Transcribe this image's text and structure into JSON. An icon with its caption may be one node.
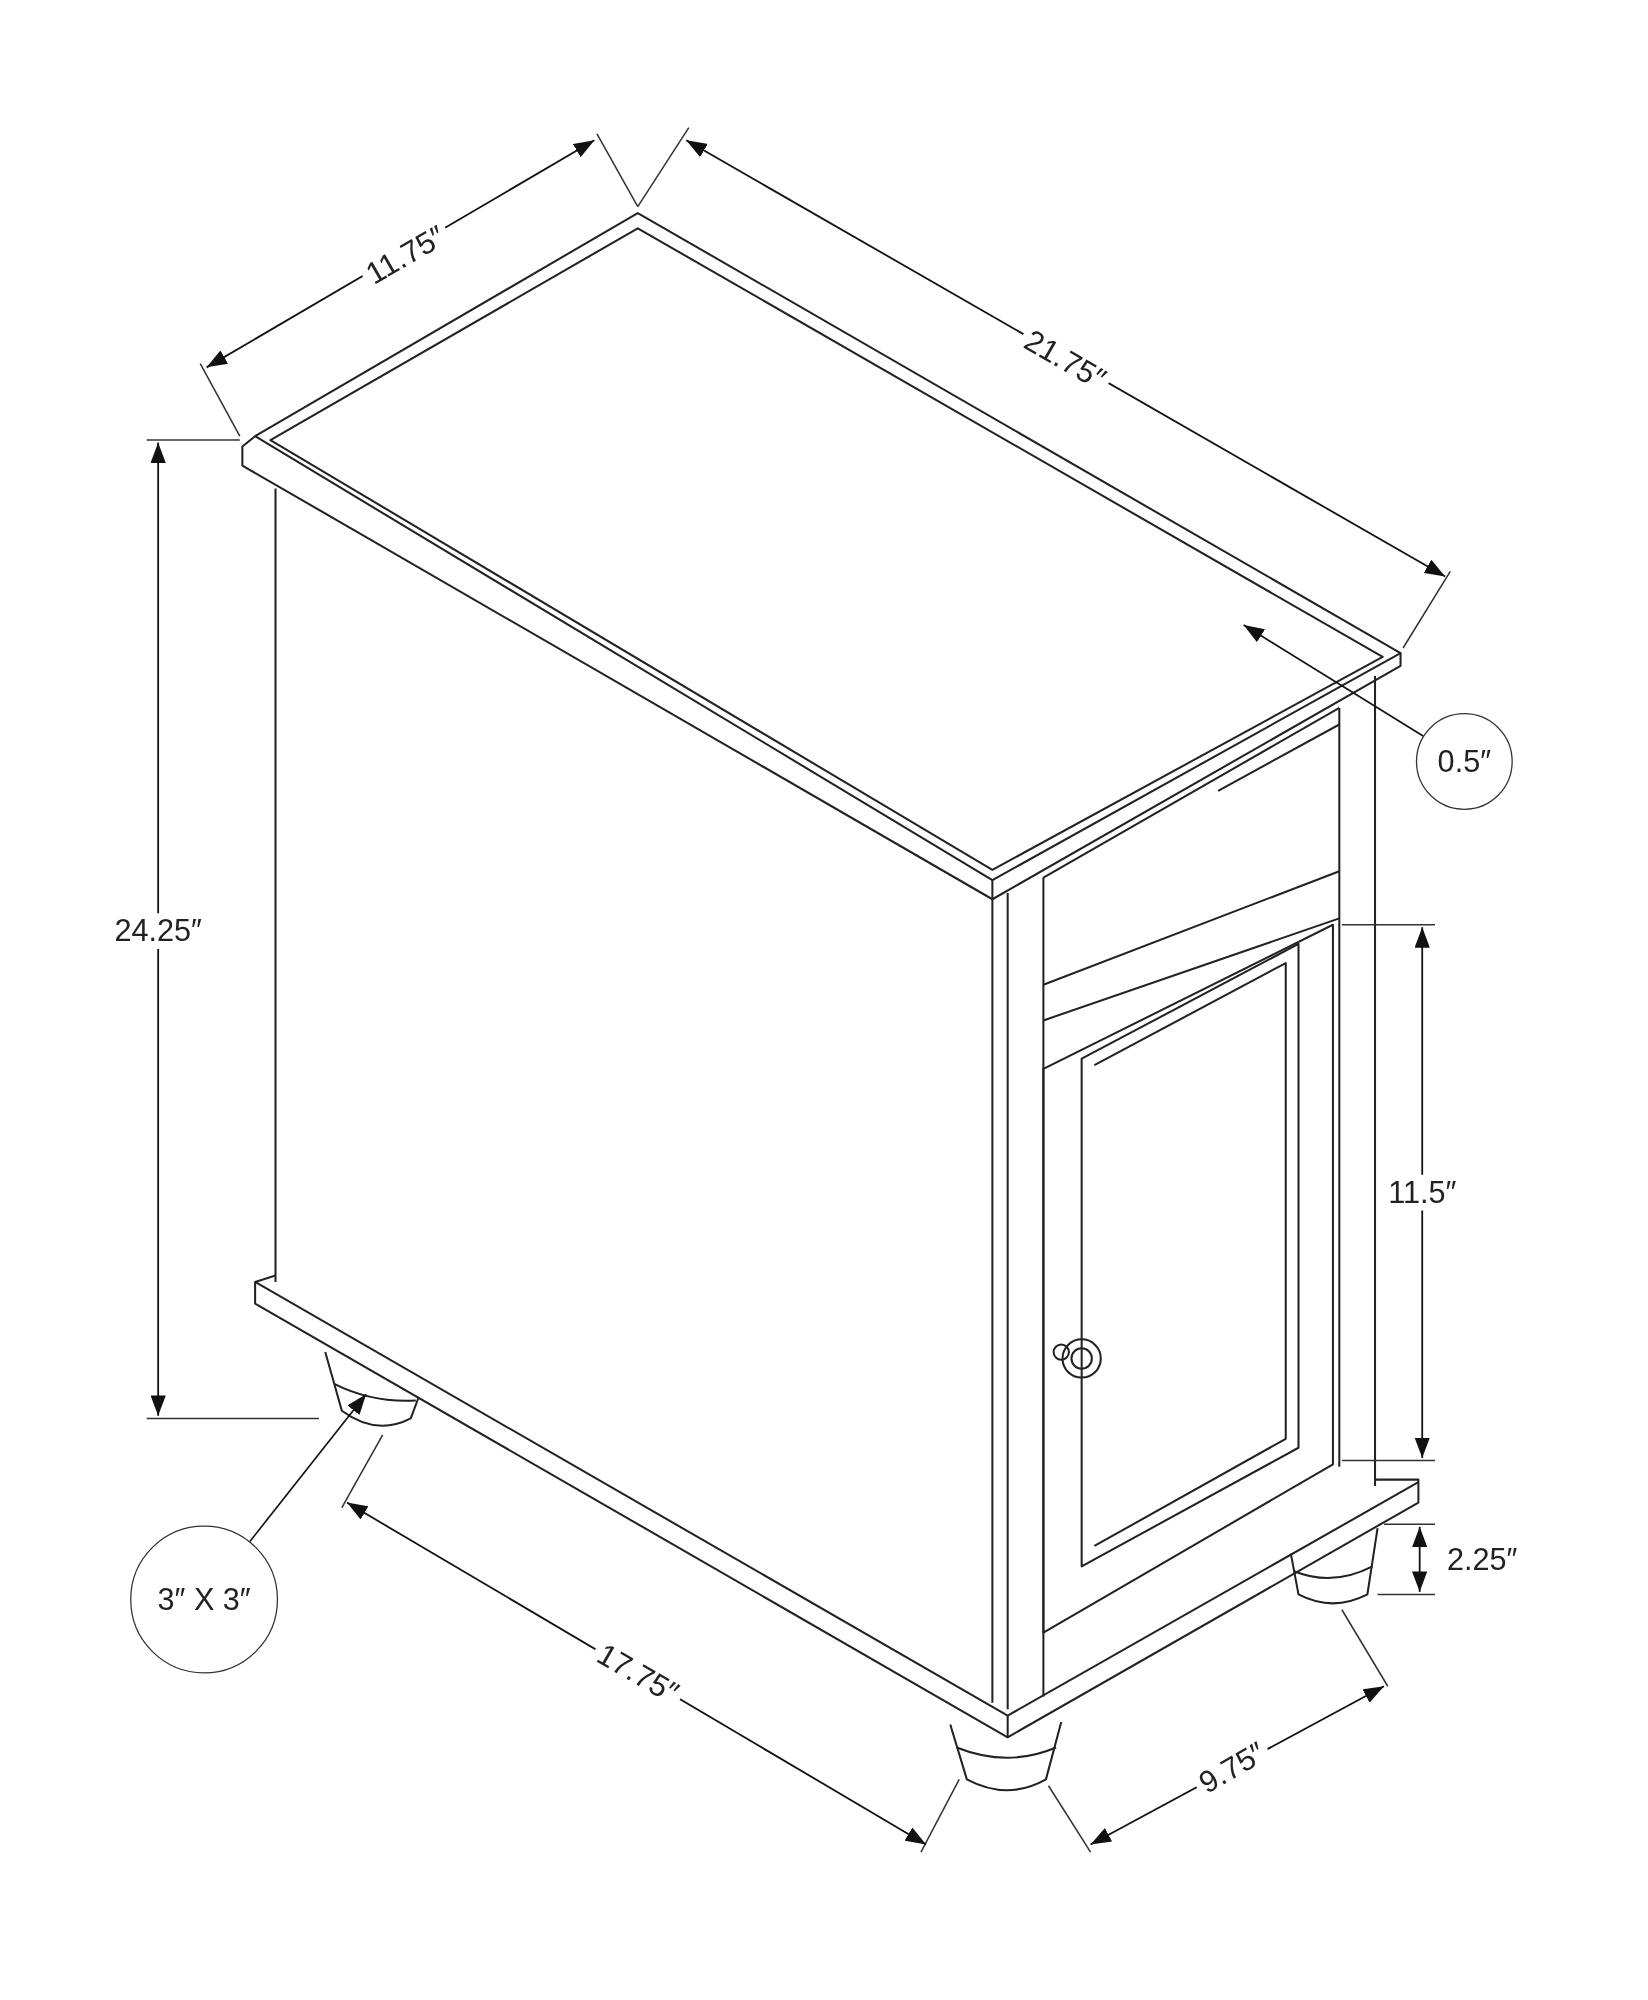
{
  "diagram": {
    "nodes": [
      {
        "text": [
          "0.5″"
        ]
      },
      {
        "text": [
          "3″ X 3″"
        ]
      }
    ],
    "edges": [
      {
        "from": 0,
        "to": null,
        "arrow": "to"
      },
      {
        "from": 1,
        "to": null,
        "arrow": "to"
      }
    ],
    "labels": [
      "11.75″",
      "21.75″",
      "24.25″",
      "11.5″",
      "2.25″",
      "17.75″",
      "9.75″"
    ]
  }
}
